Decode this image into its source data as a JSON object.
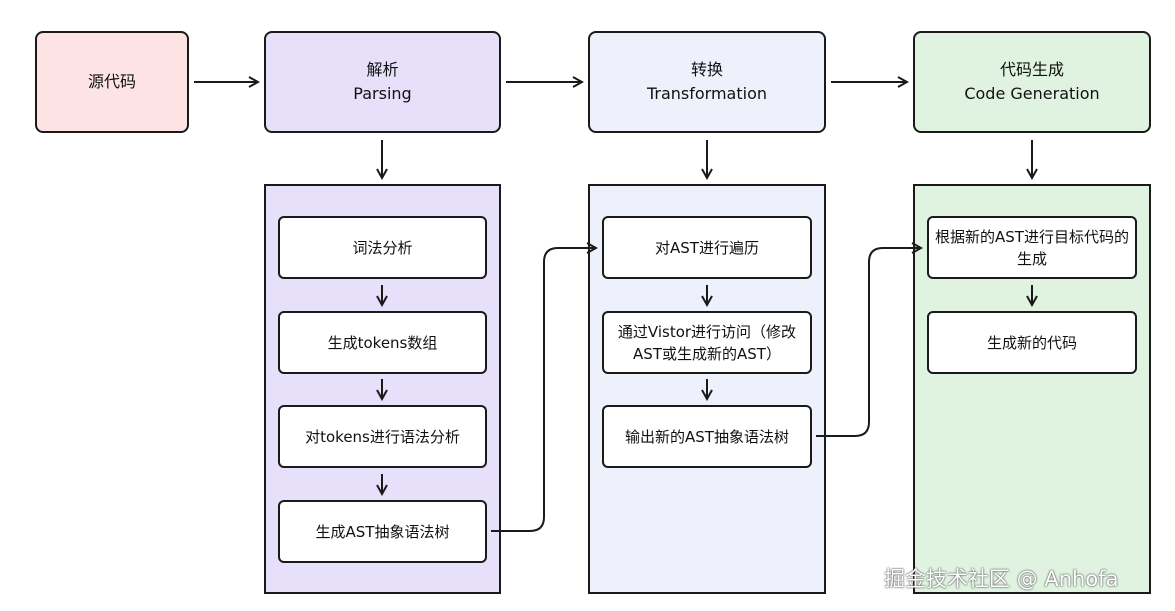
{
  "stages": {
    "source": {
      "label": "源代码"
    },
    "parsing": {
      "title": "解析",
      "subtitle": "Parsing"
    },
    "transformation": {
      "title": "转换",
      "subtitle": "Transformation"
    },
    "generation": {
      "title": "代码生成",
      "subtitle": "Code Generation"
    }
  },
  "parsing_steps": [
    "词法分析",
    "生成tokens数组",
    "对tokens进行语法分析",
    "生成AST抽象语法树"
  ],
  "transformation_steps": [
    "对AST进行遍历",
    "通过Vistor进行访问（修改AST或生成新的AST）",
    "输出新的AST抽象语法树"
  ],
  "generation_steps": [
    "根据新的AST进行目标代码的生成",
    "生成新的代码"
  ],
  "watermark": "掘金技术社区 @ Anhofa",
  "colors": {
    "source_fill": "#fde3e3",
    "parsing_fill": "#e6e0fb",
    "transformation_fill": "#eef1fb",
    "generation_fill": "#dff3e0",
    "border": "#1a1a1a"
  }
}
